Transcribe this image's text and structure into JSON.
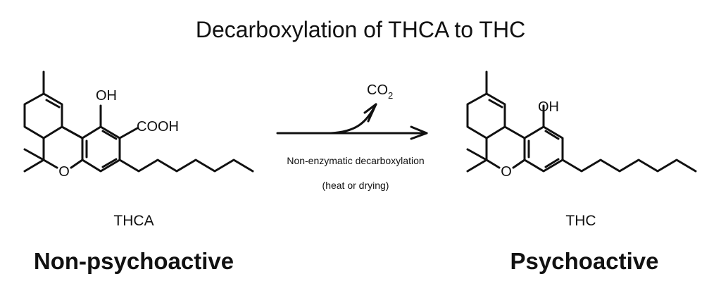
{
  "title": "Decarboxylation of THCA to THC",
  "reactant": {
    "name": "THCA",
    "activity": "Non-psychoactive",
    "labels": {
      "hydroxyl": "OH",
      "carboxyl": "COOH",
      "ring_oxygen": "O"
    }
  },
  "product": {
    "name": "THC",
    "activity": "Psychoactive",
    "labels": {
      "hydroxyl": "OH",
      "ring_oxygen": "O"
    }
  },
  "reaction": {
    "byproduct": "CO",
    "byproduct_subscript": "2",
    "condition_line1": "Non-enzymatic decarboxylation",
    "condition_line2": "(heat or drying)"
  }
}
